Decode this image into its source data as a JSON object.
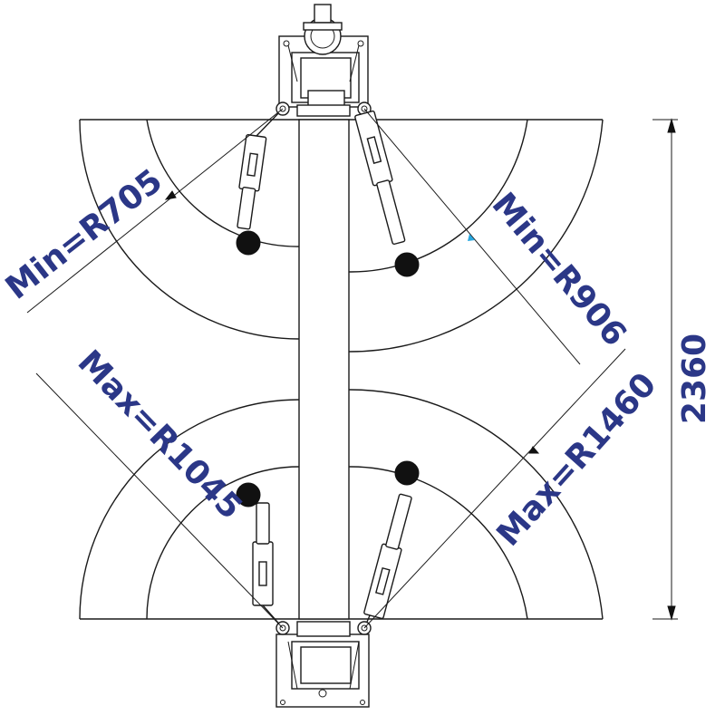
{
  "diagram": {
    "labels": {
      "min_left": "Min=R705",
      "min_right": "Min=R906",
      "max_left": "Max=R1045",
      "max_right": "Max=R1460",
      "height": "2360"
    },
    "colors": {
      "label": "#2b3787",
      "line": "#1a1a1a",
      "marker": "#29a8e0"
    }
  }
}
